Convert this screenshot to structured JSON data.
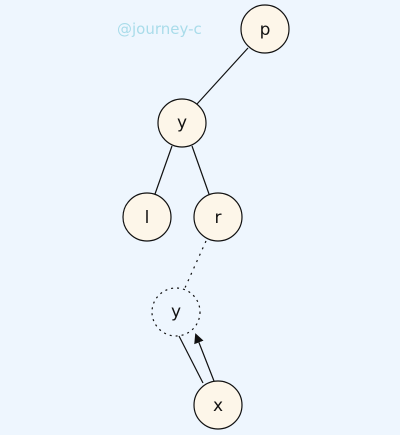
{
  "watermark": "@journey-c",
  "nodes": {
    "p": "p",
    "y": "y",
    "l": "l",
    "r": "r",
    "y_ghost": "y",
    "x": "x"
  },
  "colors": {
    "background": "#eef6fe",
    "node_fill": "#fdf6e9",
    "stroke": "#111111",
    "watermark": "#a9dcea"
  }
}
